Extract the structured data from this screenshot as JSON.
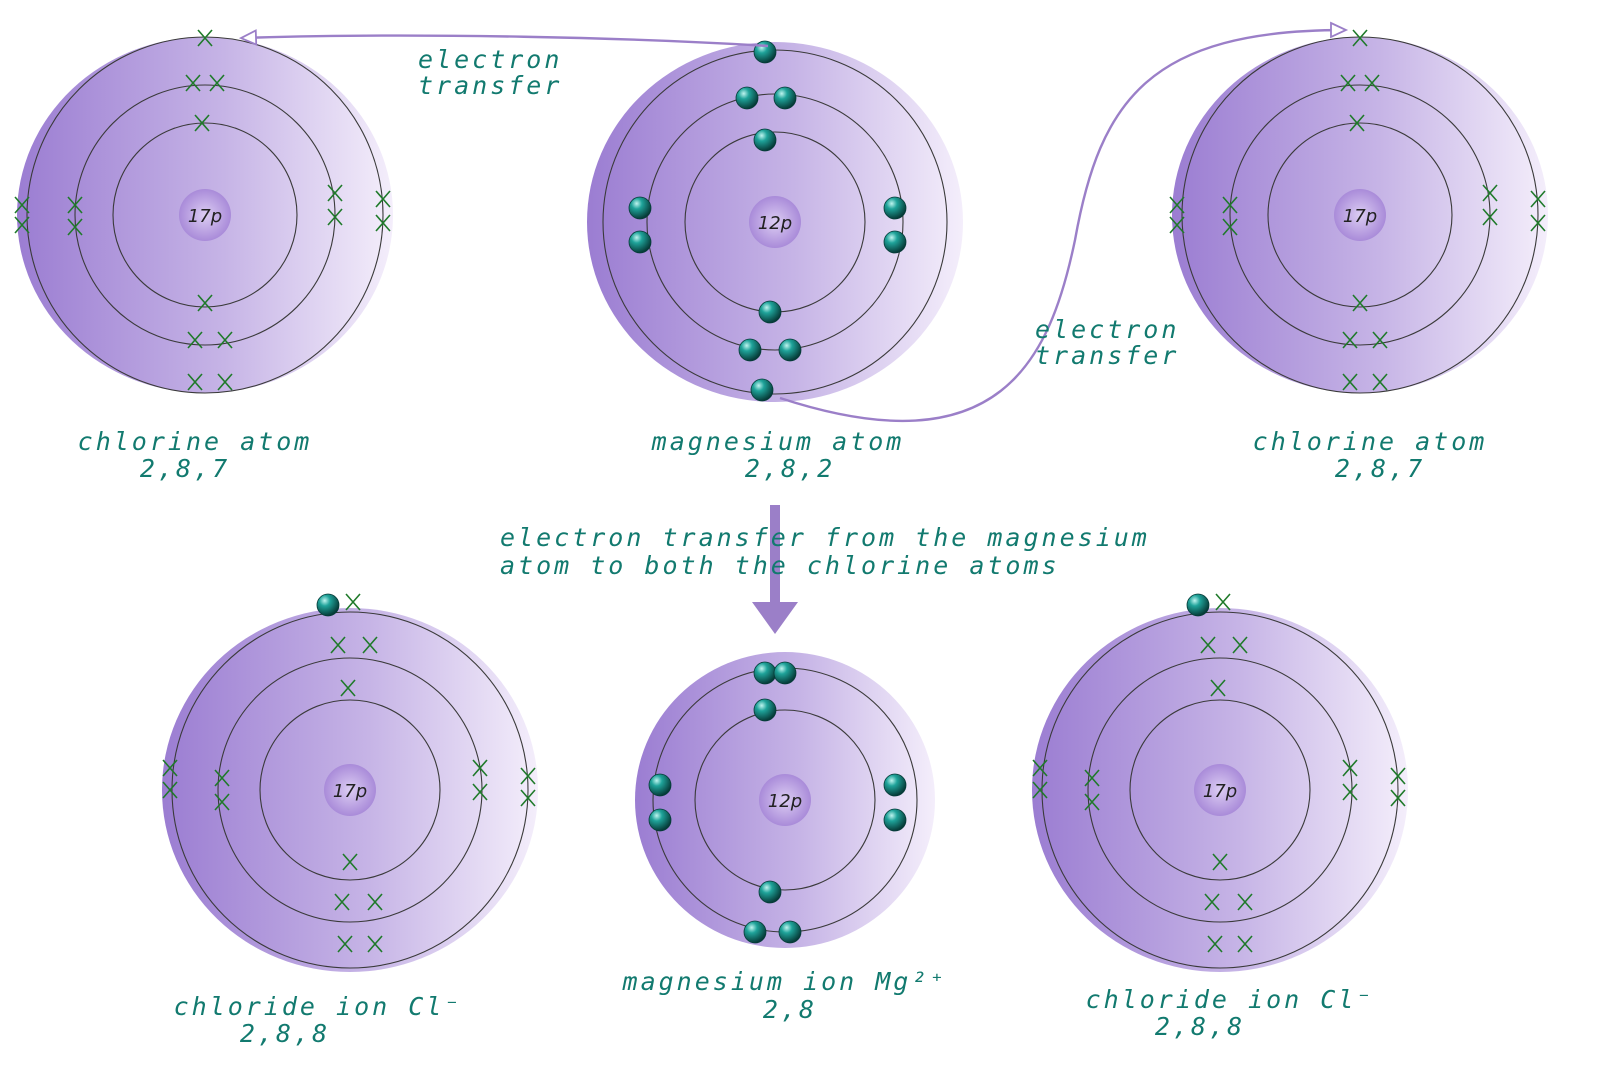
{
  "colors": {
    "atom_dark": "#9f82d4",
    "atom_light": "#f1eaf9",
    "electron": "#0f6b66",
    "cross": "#1f7a2a",
    "arrow": "#9b7fc8",
    "label_text": "#127a6f"
  },
  "icons": {
    "electron": "teal-sphere",
    "cross_electron": "green-x-mark",
    "nucleus": "purple-circle"
  },
  "atoms": {
    "cl_left": {
      "nucleus": "17p",
      "shells": [
        2,
        8,
        7
      ],
      "name": "chlorine atom",
      "config": "2,8,7"
    },
    "mg": {
      "nucleus": "12p",
      "shells": [
        2,
        8,
        2
      ],
      "name": "magnesium atom",
      "config": "2,8,2"
    },
    "cl_right": {
      "nucleus": "17p",
      "shells": [
        2,
        8,
        7
      ],
      "name": "chlorine atom",
      "config": "2,8,7"
    }
  },
  "ions": {
    "cl_left": {
      "nucleus": "17p",
      "shells": [
        2,
        8,
        8
      ],
      "name": "chloride ion Cl⁻",
      "config": "2,8,8",
      "gained_electrons": 1
    },
    "mg": {
      "nucleus": "12p",
      "shells": [
        2,
        8
      ],
      "name": "magnesium ion Mg²⁺",
      "config": "2,8"
    },
    "cl_right": {
      "nucleus": "17p",
      "shells": [
        2,
        8,
        8
      ],
      "name": "chloride ion Cl⁻",
      "config": "2,8,8",
      "gained_electrons": 1
    }
  },
  "arrows": {
    "transfer_left_line1": "electron",
    "transfer_left_line2": "transfer",
    "transfer_right_line1": "electron",
    "transfer_right_line2": "transfer",
    "down_line1": "electron transfer from the magnesium",
    "down_line2": "atom to both the chlorine atoms"
  }
}
